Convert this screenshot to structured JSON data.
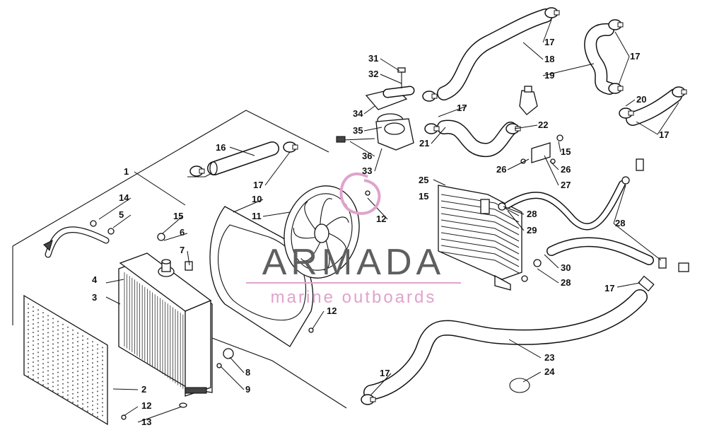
{
  "watermark": {
    "brand": "ARMADA",
    "tagline": "marine outboards",
    "brand_color": "#5f5f5f",
    "accent_color": "#e0a3cc"
  },
  "callouts": [
    "1",
    "2",
    "3",
    "4",
    "5",
    "6",
    "7",
    "8",
    "9",
    "10",
    "11",
    "12",
    "12",
    "12",
    "13",
    "14",
    "15",
    "15",
    "15",
    "16",
    "17",
    "17",
    "17",
    "17",
    "17",
    "17",
    "17",
    "18",
    "19",
    "20",
    "21",
    "22",
    "23",
    "24",
    "25",
    "26",
    "26",
    "27",
    "28",
    "28",
    "28",
    "29",
    "30",
    "31",
    "32",
    "33",
    "34",
    "35",
    "36"
  ]
}
